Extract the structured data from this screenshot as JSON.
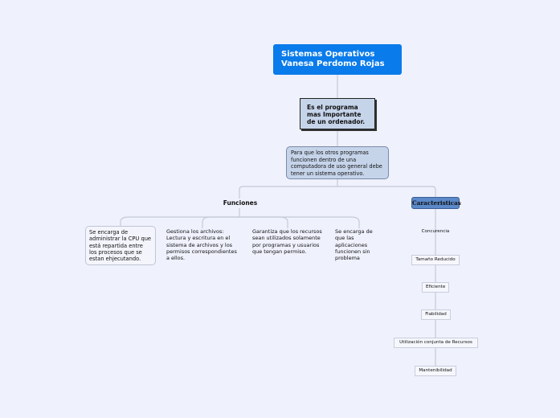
{
  "root": {
    "line1": "Sistemas Operativos",
    "line2": "Vanesa Perdomo Rojas"
  },
  "node_importante": "Es el programa mas Importante de un ordenador.",
  "node_proposito": "Para que los otros programas funcionen dentro de una computadora de uso general debe tener un sistema operativo.",
  "funciones": {
    "label": "Funciones",
    "items": [
      "Se encarga de administrar la CPU que está repartida entre los procesos que se estan ehjecutando.",
      "Gestiona los archivos: Lectura y escritura en el sistema de archivos y los permisos correspondientes a ellos.",
      "Garantiza que los recursos sean utilizados solamente por programas y usuarios que tengan permiso.",
      "Se encarga de que las aplicaciones funcionen sin problema"
    ]
  },
  "caracteristicas": {
    "label": "Caracteristicas",
    "items": [
      "Concurencia",
      "Tamaño Reducido",
      "Eficiente",
      "Fiabilidad",
      "Utilización conjunta de Recursos",
      "Mantenibilidad"
    ]
  },
  "colors": {
    "background": "#eff1fc",
    "root": "#0a7bea",
    "node_fill": "#c6d4ea",
    "category_fill": "#5b89c9",
    "connector": "#c4cad8"
  }
}
